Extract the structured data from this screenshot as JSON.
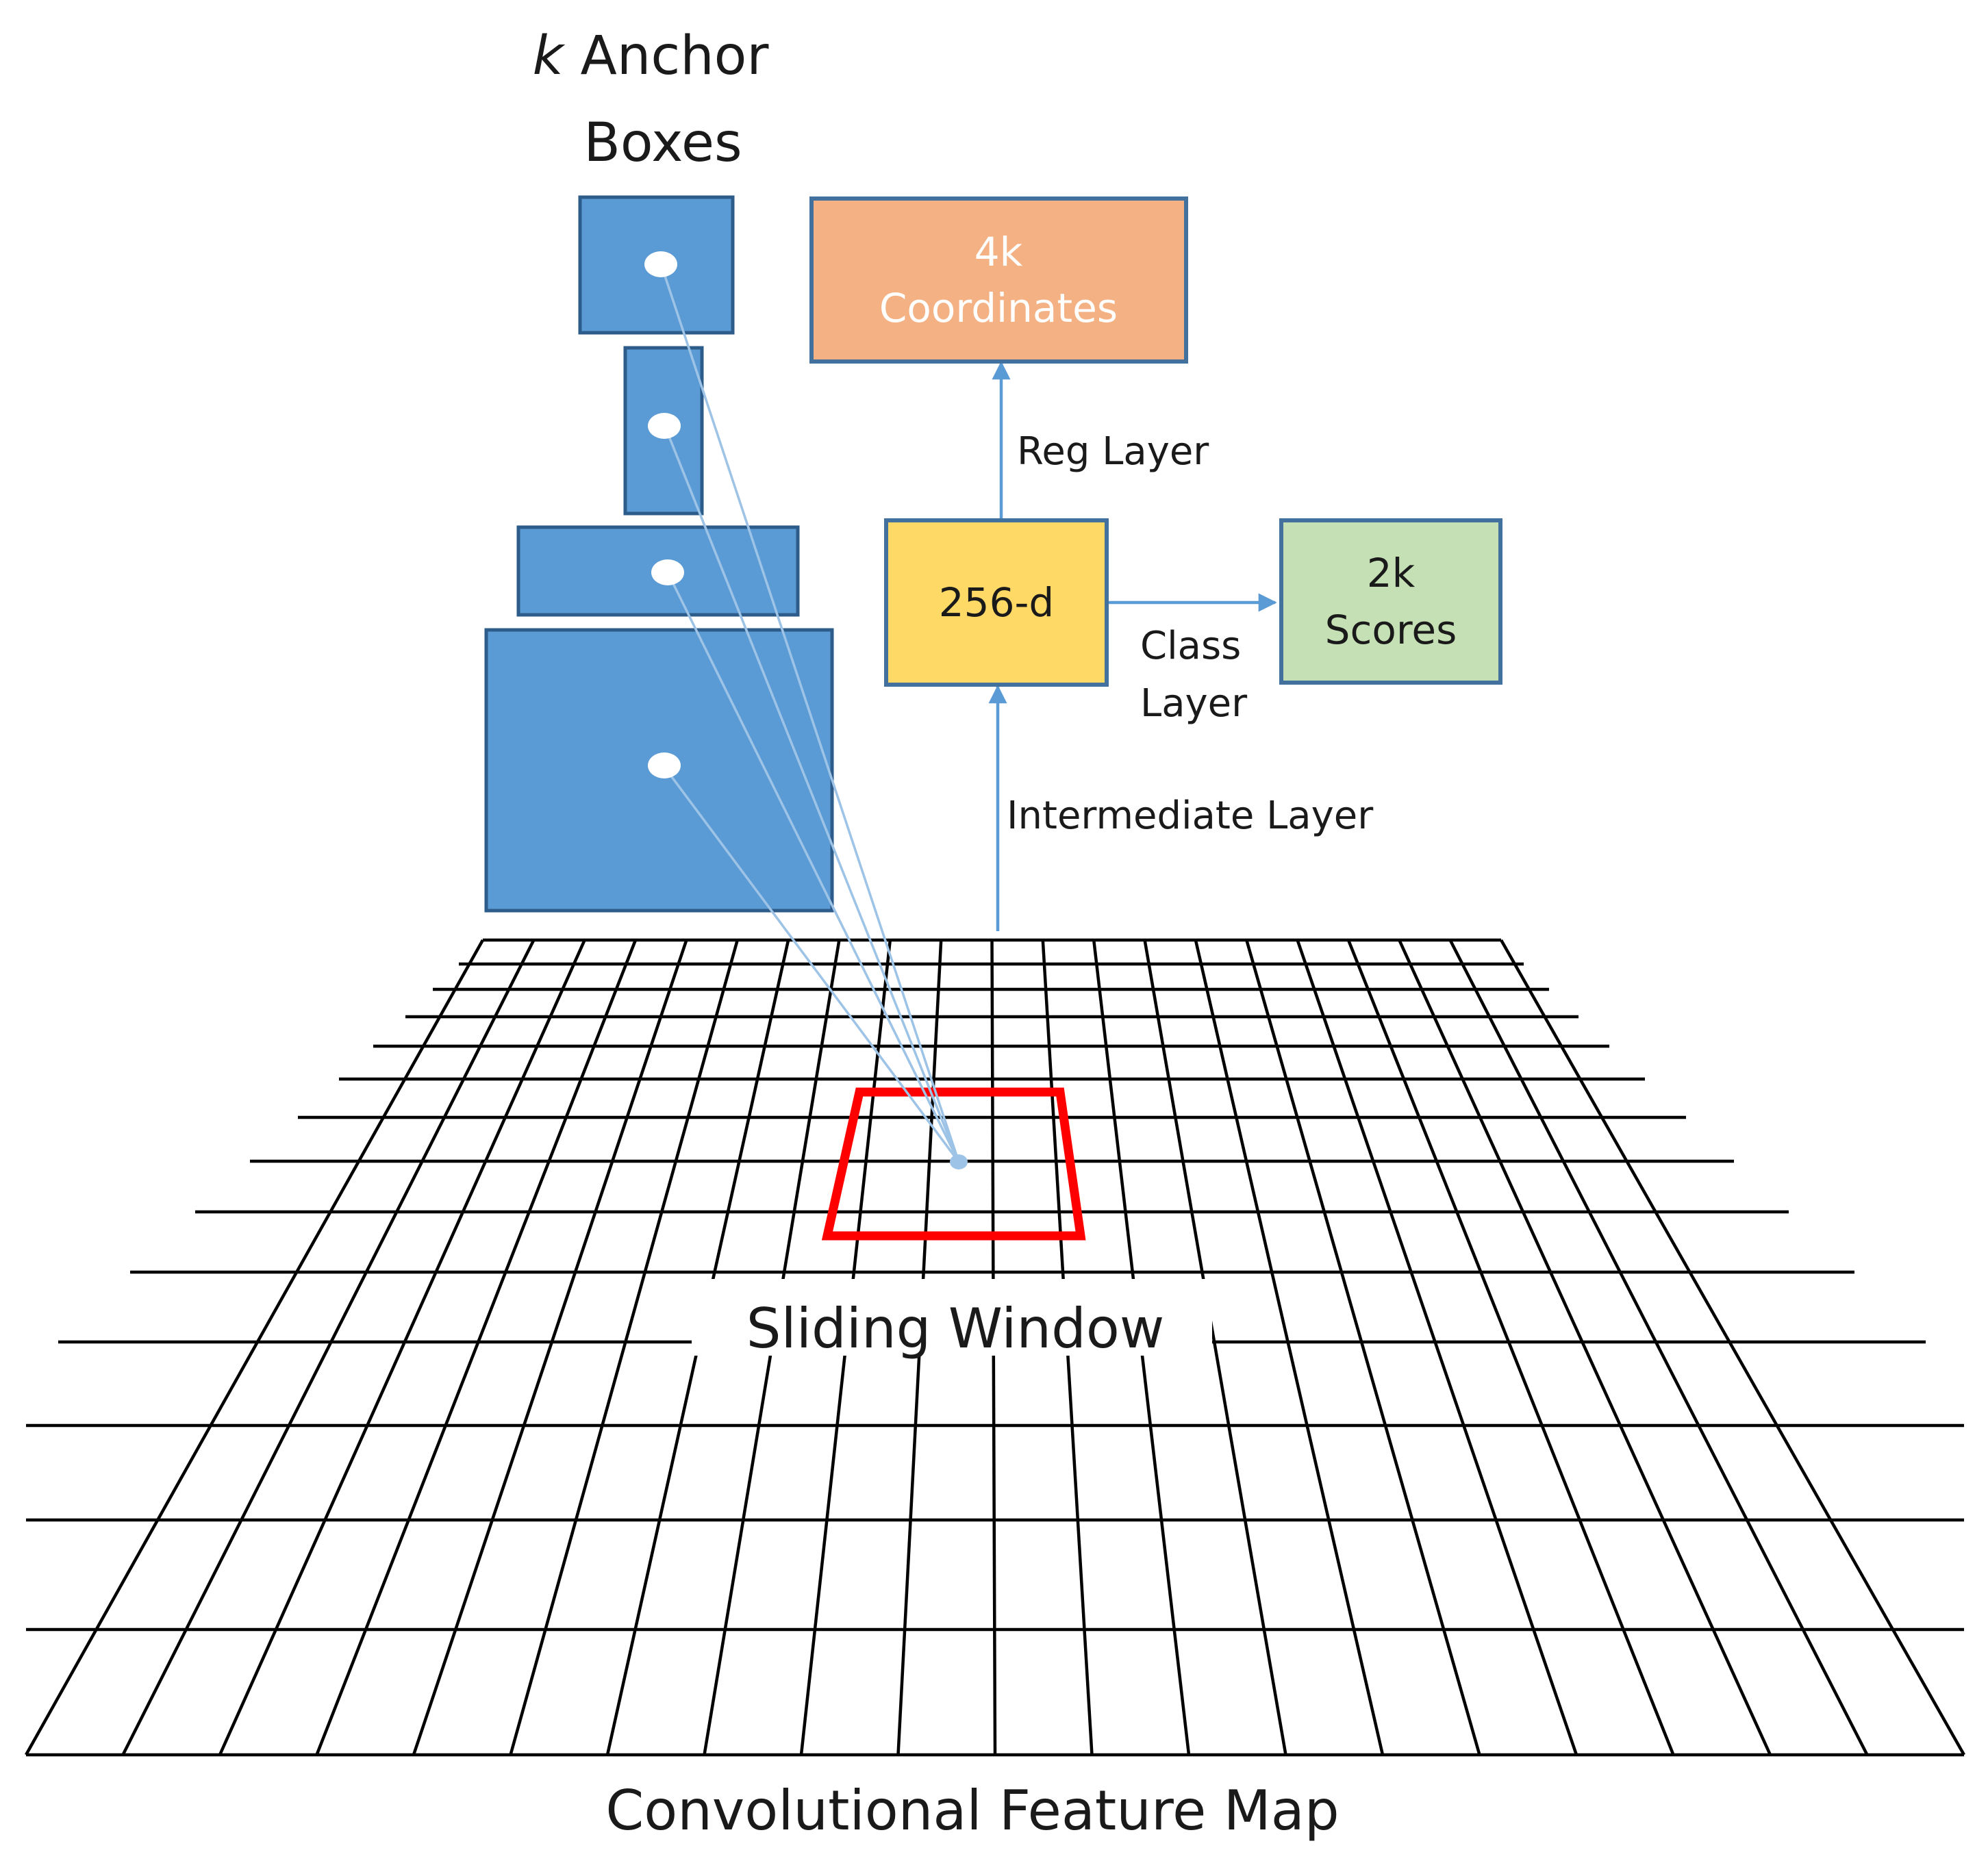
{
  "anchors_title": {
    "line1_k": "k",
    "line1_rest": " Anchor",
    "line2": "Boxes"
  },
  "nodes": {
    "coordinates": {
      "line1": "4k",
      "line2": "Coordinates",
      "fill": "#F4B183",
      "stroke": "#41719C"
    },
    "intermediate": {
      "label": "256-d",
      "fill": "#FFD966",
      "stroke": "#41719C"
    },
    "scores": {
      "line1": "2k",
      "line2": "Scores",
      "fill": "#C5E0B4",
      "stroke": "#41719C"
    }
  },
  "edge_labels": {
    "reg_layer": "Reg Layer",
    "class_layer_line1": "Class",
    "class_layer_line2": "Layer",
    "intermediate_layer": "Intermediate Layer"
  },
  "sliding_window": {
    "label": "Sliding Window",
    "stroke": "#FF0000"
  },
  "feature_map": {
    "label": "Convolutional Feature Map",
    "stroke": "#000000"
  },
  "colors": {
    "anchor_fill": "#5B9BD5",
    "anchor_stroke": "#2E5C8A",
    "connector": "#9DC3E6",
    "arrow": "#5B9BD5"
  }
}
